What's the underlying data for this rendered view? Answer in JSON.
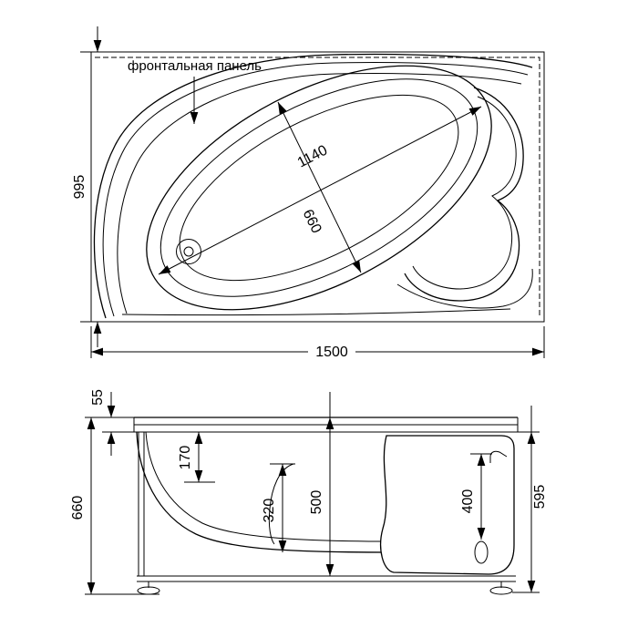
{
  "drawing": {
    "background": "#ffffff",
    "line_color": "#000000",
    "top_view": {
      "panel_label": "фронтальная панель",
      "dimensions": {
        "overall_depth": "995",
        "overall_width": "1500",
        "basin_length": "1140",
        "basin_width": "660"
      }
    },
    "side_view": {
      "dimensions": {
        "rim_lip": "55",
        "rim_to_ledge": "170",
        "seat_height": "320",
        "inner_depth": "500",
        "overall_height": "660",
        "panel_cutout": "400",
        "panel_height": "595"
      }
    }
  }
}
